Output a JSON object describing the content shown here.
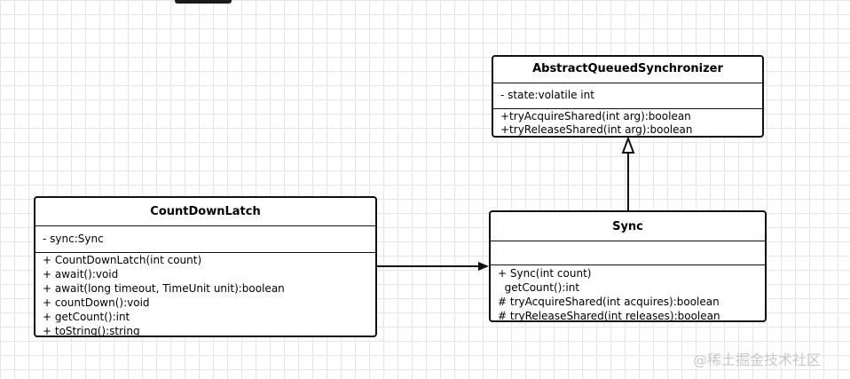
{
  "classes": {
    "aqs": {
      "name": "AbstractQueuedSynchronizer",
      "attributes": [
        "- state:volatile int"
      ],
      "operations": [
        "+tryAcquireShared(int arg):boolean",
        "+tryReleaseShared(int arg):boolean"
      ]
    },
    "countdownlatch": {
      "name": "CountDownLatch",
      "attributes": [
        "- sync:Sync"
      ],
      "operations": [
        "+ CountDownLatch(int count)",
        "+ await():void",
        "+ await(long timeout, TimeUnit unit):boolean",
        "+ countDown():void",
        "+ getCount():int",
        "+ toString():string"
      ]
    },
    "sync": {
      "name": "Sync",
      "attributes": [],
      "operations": [
        "+ Sync(int count)",
        "  getCount():int",
        "# tryAcquireShared(int acquires):boolean",
        "# tryReleaseShared(int releases):boolean"
      ]
    }
  },
  "relations": [
    {
      "from": "Sync",
      "to": "AbstractQueuedSynchronizer",
      "type": "generalization"
    },
    {
      "from": "CountDownLatch",
      "to": "Sync",
      "type": "association"
    }
  ],
  "watermark": "@稀土掘金技术社区"
}
